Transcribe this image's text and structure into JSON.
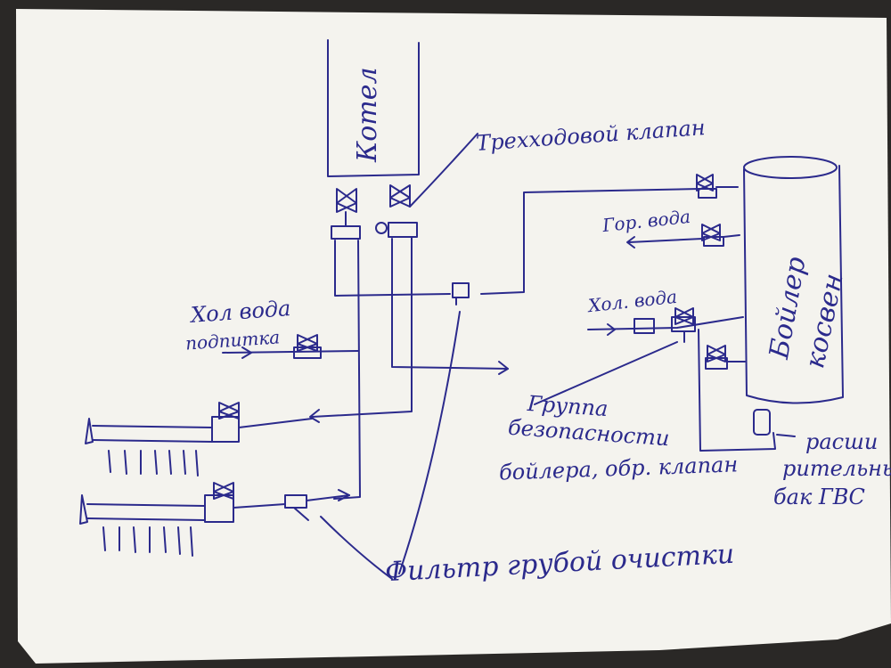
{
  "labels": {
    "kotel": "Котел",
    "three_way_valve": "Трехходовой клапан",
    "hot_water": "Гор. вода",
    "cold_water_right": "Хол. вода",
    "cold_water_left_1": "Хол вода",
    "cold_water_left_2": "подпитка",
    "boiler_1": "Бойлер",
    "boiler_2": "косвен",
    "safety_1": "Группа",
    "safety_2": "безопасности",
    "safety_3": "бойлера, обр. клапан",
    "expansion_1": "расши",
    "expansion_2": "рительный",
    "expansion_3": "бак ГВС",
    "filter": "Фильтр грубой очистки"
  },
  "colors": {
    "ink": "#2b2a8c",
    "paper": "#f4f3ee",
    "background": "#2a2826"
  }
}
